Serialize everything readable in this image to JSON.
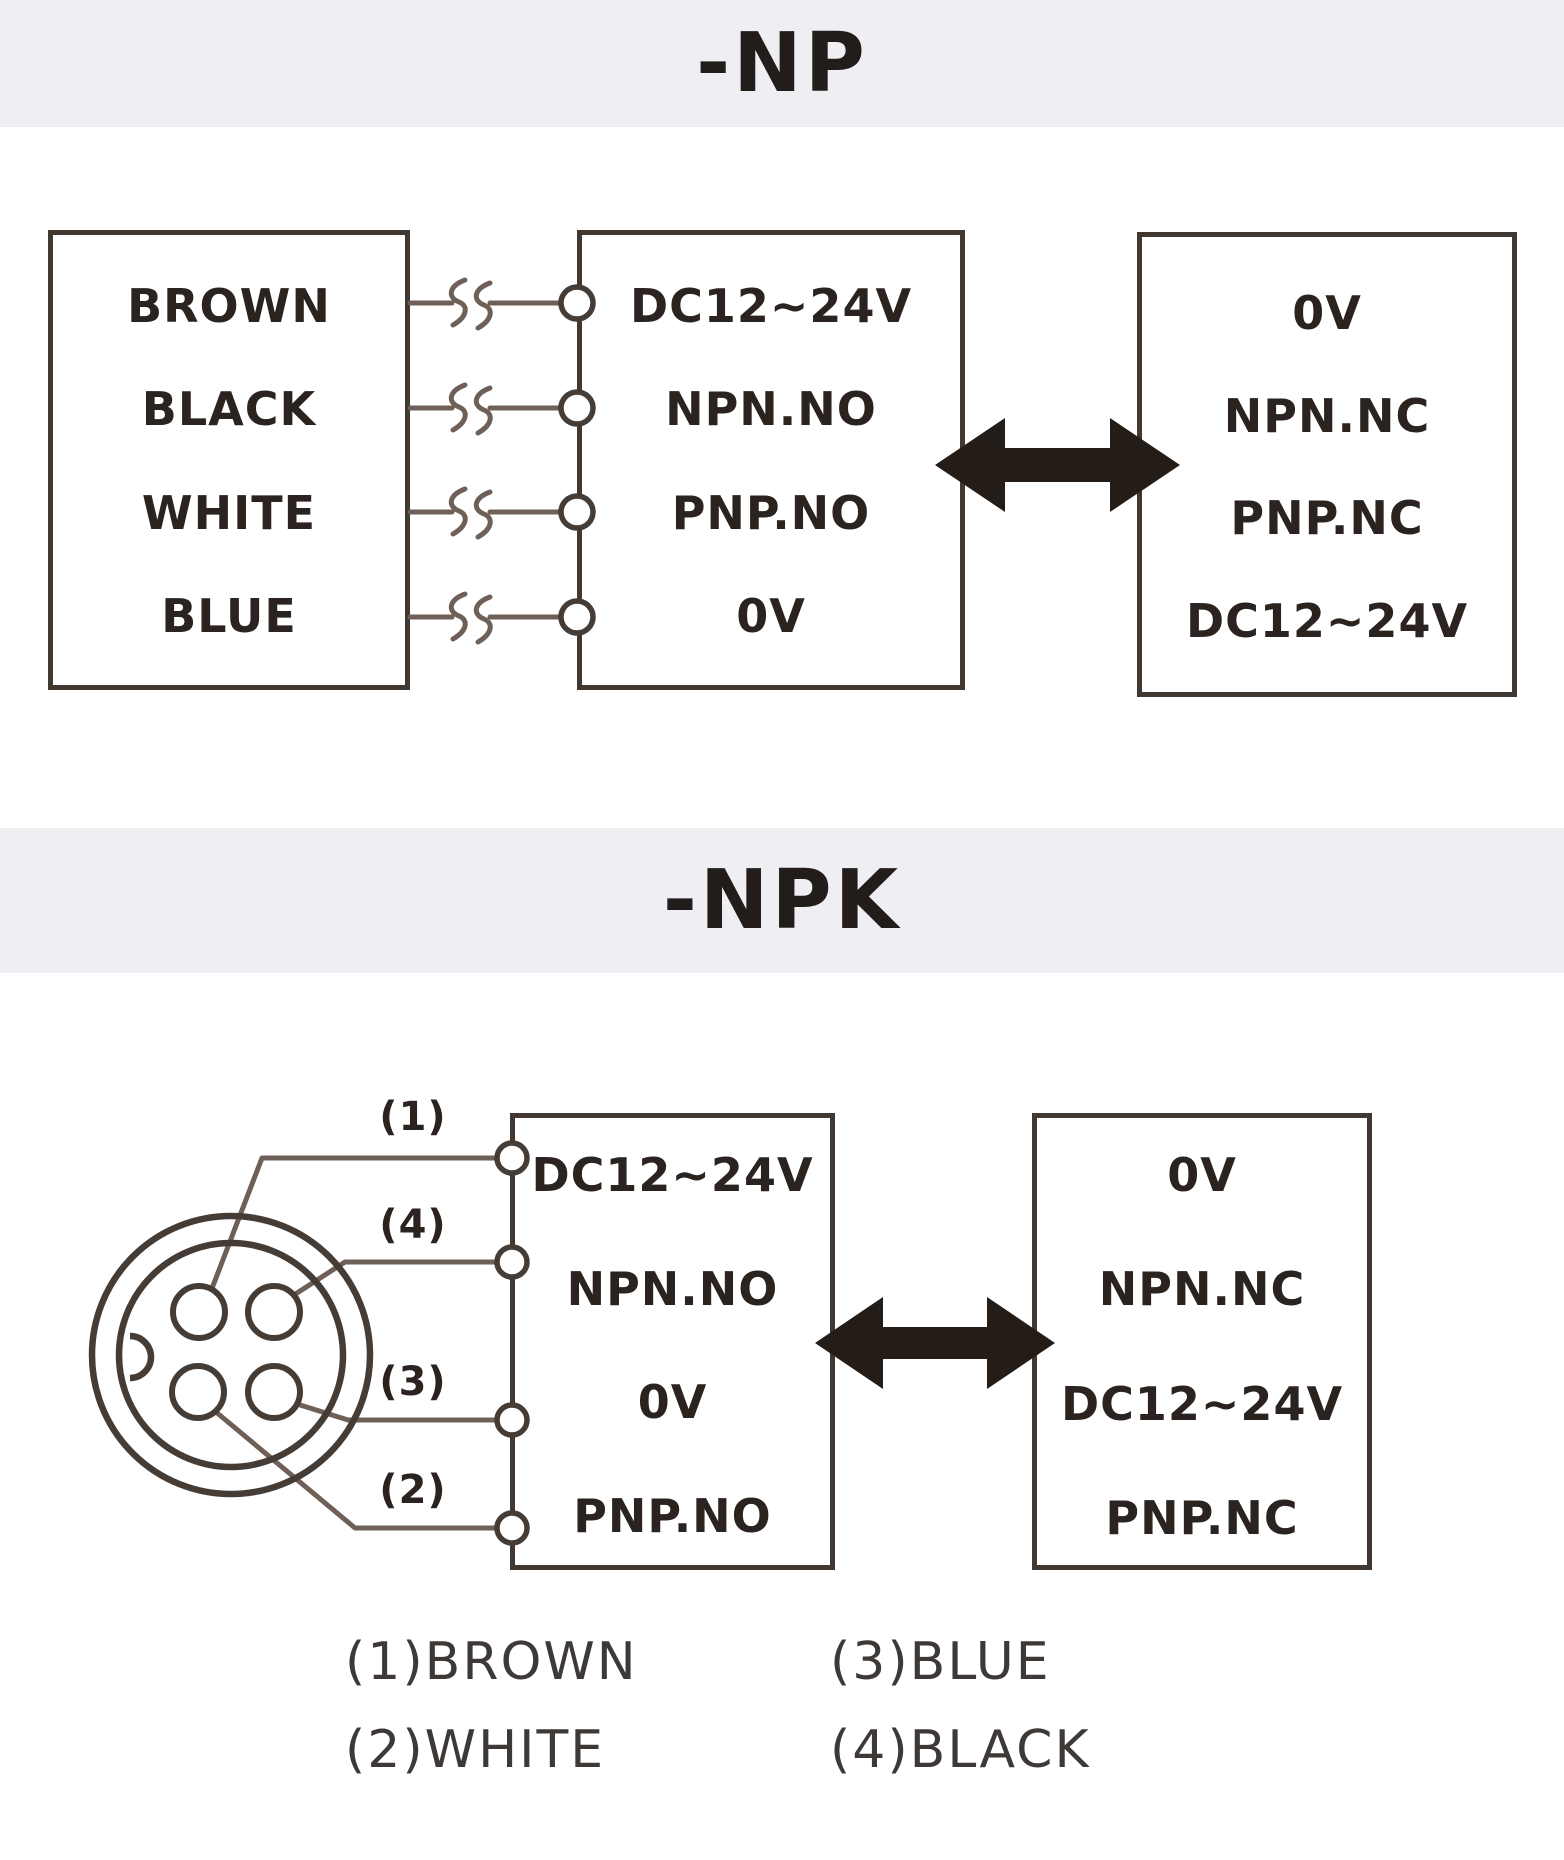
{
  "colors": {
    "background": "#ffffff",
    "band": "#efeff3",
    "line": "#453c36",
    "wire": "#6e6057",
    "text": "#2a2320",
    "arrow": "#231c17",
    "legend_text": "#3e3937"
  },
  "sections": {
    "np": {
      "title": "-NP",
      "wire_colors": [
        "BROWN",
        "BLACK",
        "WHITE",
        "BLUE"
      ],
      "output_box": [
        "DC12~24V",
        "NPN.NO",
        "PNP.NO",
        "0V"
      ],
      "alt_box": [
        "0V",
        "NPN.NC",
        "PNP.NC",
        "DC12~24V"
      ]
    },
    "npk": {
      "title": "-NPK",
      "pin_labels": [
        "(1)",
        "(4)",
        "(3)",
        "(2)"
      ],
      "output_box": [
        "DC12~24V",
        "NPN.NO",
        "0V",
        "PNP.NO"
      ],
      "alt_box": [
        "0V",
        "NPN.NC",
        "DC12~24V",
        "PNP.NC"
      ],
      "legend": [
        "(1)BROWN",
        "(3)BLUE",
        "(2)WHITE",
        "(4)BLACK"
      ]
    }
  }
}
